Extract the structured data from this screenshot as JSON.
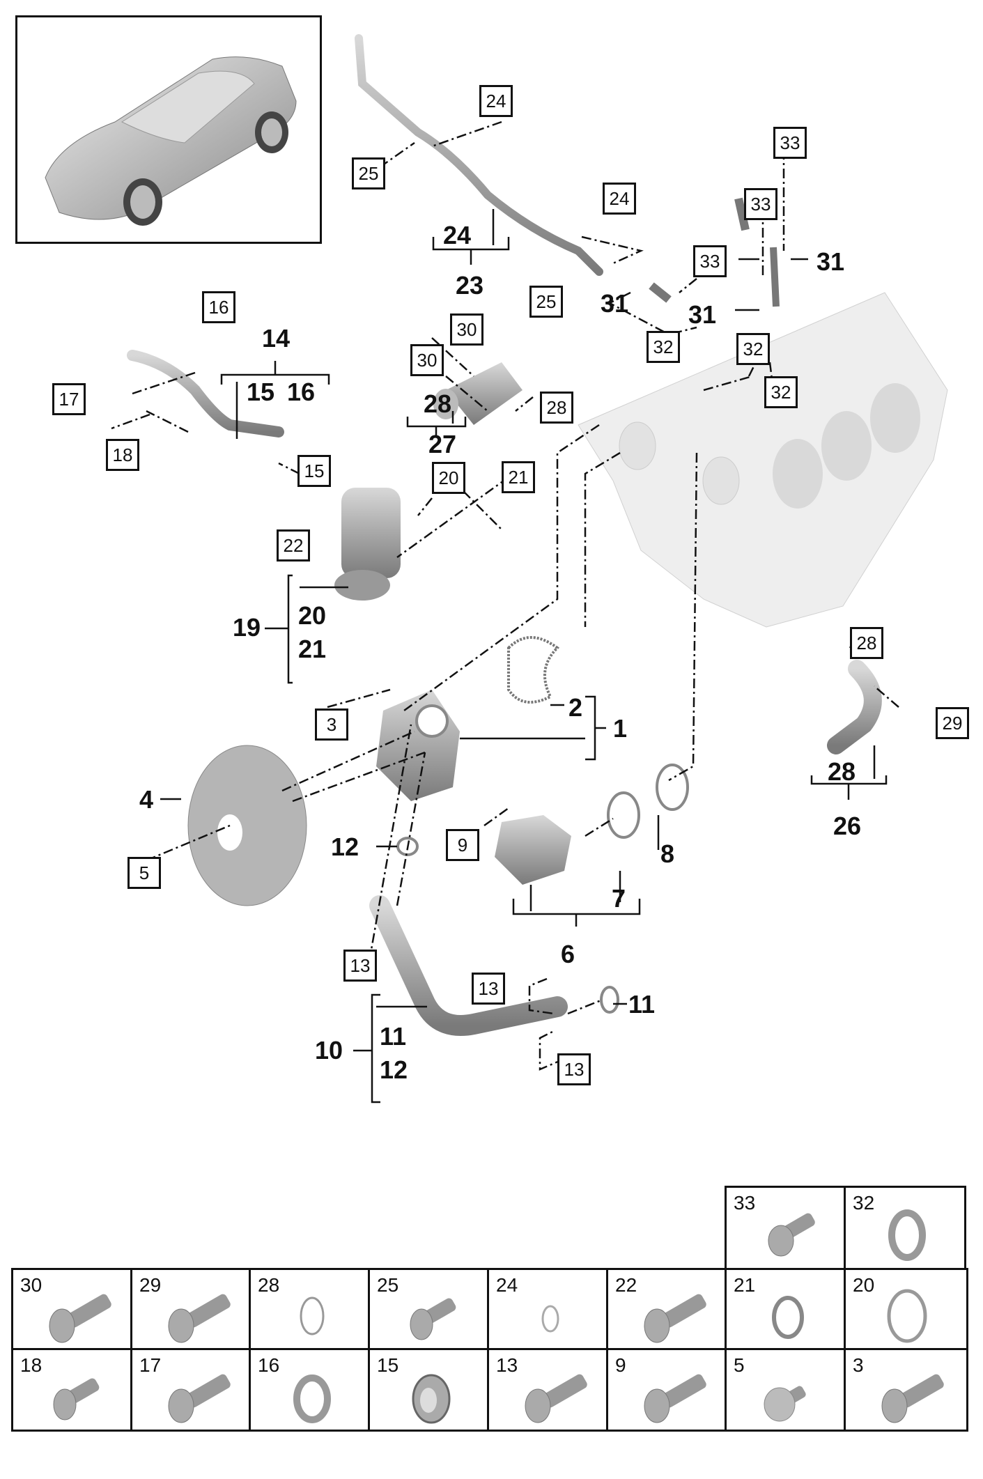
{
  "title": "Coolant pump / thermostat exploded parts diagram",
  "overview": {
    "icon": "car-overview-icon"
  },
  "callouts_boxed": [
    {
      "id": "c24a",
      "num": "24"
    },
    {
      "id": "c25a",
      "num": "25"
    },
    {
      "id": "c24b",
      "num": "24"
    },
    {
      "id": "c25b",
      "num": "25"
    },
    {
      "id": "c33a",
      "num": "33"
    },
    {
      "id": "c33b",
      "num": "33"
    },
    {
      "id": "c33c",
      "num": "33"
    },
    {
      "id": "c32a",
      "num": "32"
    },
    {
      "id": "c32b",
      "num": "32"
    },
    {
      "id": "c32c",
      "num": "32"
    },
    {
      "id": "c16",
      "num": "16"
    },
    {
      "id": "c17",
      "num": "17"
    },
    {
      "id": "c18",
      "num": "18"
    },
    {
      "id": "c15",
      "num": "15"
    },
    {
      "id": "c30a",
      "num": "30"
    },
    {
      "id": "c30b",
      "num": "30"
    },
    {
      "id": "c28a",
      "num": "28"
    },
    {
      "id": "c20",
      "num": "20"
    },
    {
      "id": "c21",
      "num": "21"
    },
    {
      "id": "c22",
      "num": "22"
    },
    {
      "id": "c28b",
      "num": "28"
    },
    {
      "id": "c29",
      "num": "29"
    },
    {
      "id": "c3",
      "num": "3"
    },
    {
      "id": "c5",
      "num": "5"
    },
    {
      "id": "c9",
      "num": "9"
    },
    {
      "id": "c13a",
      "num": "13"
    },
    {
      "id": "c13b",
      "num": "13"
    },
    {
      "id": "c13c",
      "num": "13"
    }
  ],
  "callouts_bold": [
    {
      "id": "b24",
      "num": "24"
    },
    {
      "id": "b23",
      "num": "23"
    },
    {
      "id": "b31a",
      "num": "31"
    },
    {
      "id": "b31b",
      "num": "31"
    },
    {
      "id": "b31c",
      "num": "31"
    },
    {
      "id": "b14",
      "num": "14"
    },
    {
      "id": "b15",
      "num": "15"
    },
    {
      "id": "b16",
      "num": "16"
    },
    {
      "id": "b28a",
      "num": "28"
    },
    {
      "id": "b27",
      "num": "27"
    },
    {
      "id": "b19",
      "num": "19"
    },
    {
      "id": "b20",
      "num": "20"
    },
    {
      "id": "b21",
      "num": "21"
    },
    {
      "id": "b2",
      "num": "2"
    },
    {
      "id": "b1",
      "num": "1"
    },
    {
      "id": "b28b",
      "num": "28"
    },
    {
      "id": "b26",
      "num": "26"
    },
    {
      "id": "b4",
      "num": "4"
    },
    {
      "id": "b12",
      "num": "12"
    },
    {
      "id": "b8",
      "num": "8"
    },
    {
      "id": "b7",
      "num": "7"
    },
    {
      "id": "b6",
      "num": "6"
    },
    {
      "id": "b11a",
      "num": "11"
    },
    {
      "id": "b10",
      "num": "10"
    },
    {
      "id": "b11b",
      "num": "11"
    },
    {
      "id": "b12b",
      "num": "12"
    }
  ],
  "fastener_table": {
    "row1": [
      {
        "num": "33",
        "type": "bolt-short"
      },
      {
        "num": "32",
        "type": "o-ring-thick"
      }
    ],
    "row2": [
      {
        "num": "30",
        "type": "bolt"
      },
      {
        "num": "29",
        "type": "bolt"
      },
      {
        "num": "28",
        "type": "o-ring-thin"
      },
      {
        "num": "25",
        "type": "bolt-short"
      },
      {
        "num": "24",
        "type": "o-ring-small"
      },
      {
        "num": "22",
        "type": "bolt"
      },
      {
        "num": "21",
        "type": "retaining-ring"
      },
      {
        "num": "20",
        "type": "o-ring-large"
      }
    ],
    "row3": [
      {
        "num": "18",
        "type": "bolt-short"
      },
      {
        "num": "17",
        "type": "bolt"
      },
      {
        "num": "16",
        "type": "o-ring-thick"
      },
      {
        "num": "15",
        "type": "grommet"
      },
      {
        "num": "13",
        "type": "bolt"
      },
      {
        "num": "9",
        "type": "bolt"
      },
      {
        "num": "5",
        "type": "flange-bolt"
      },
      {
        "num": "3",
        "type": "bolt"
      }
    ]
  }
}
